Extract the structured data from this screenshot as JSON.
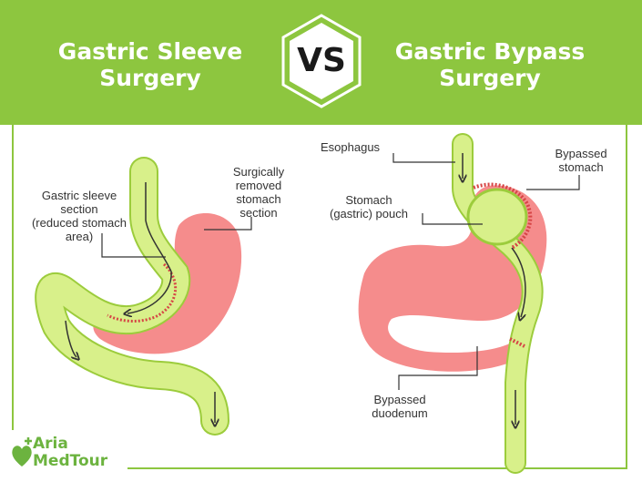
{
  "header": {
    "left_title": [
      "Gastric Sleeve",
      "Surgery"
    ],
    "vs": "VS",
    "right_title": [
      "Gastric Bypass",
      "Surgery"
    ],
    "color": "#8dc63f"
  },
  "sleeve_labels": {
    "sleeve_section": [
      "Gastric sleeve",
      "section",
      "(reduced stomach",
      "area)"
    ],
    "removed_section": [
      "Surgically",
      "removed",
      "stomach",
      "section"
    ]
  },
  "bypass_labels": {
    "esophagus": "Esophagus",
    "bypassed_stomach": [
      "Bypassed",
      "stomach"
    ],
    "pouch": [
      "Stomach",
      "(gastric) pouch"
    ],
    "bypassed_duodenum": [
      "Bypassed",
      "duodenum"
    ]
  },
  "logo": {
    "line1": "Aria",
    "line2": "MedTour",
    "icon": "heart-plus-icon"
  },
  "colors": {
    "stomach": "#f58c8c",
    "tube": "#d8f08a",
    "tube_edge": "#9ccc3c",
    "staple": "#d64545"
  }
}
